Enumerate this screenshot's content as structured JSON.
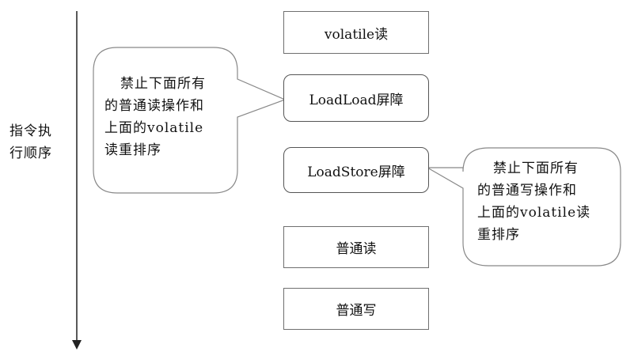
{
  "axis": {
    "label_lines": [
      "指令执",
      "行顺序"
    ]
  },
  "nodes": [
    {
      "id": "volatile-read",
      "label": "volatile读"
    },
    {
      "id": "loadload-barrier",
      "label": "LoadLoad屏障"
    },
    {
      "id": "loadstore-barrier",
      "label": "LoadStore屏障"
    },
    {
      "id": "normal-read",
      "label": "普通读"
    },
    {
      "id": "normal-write",
      "label": "普通写"
    }
  ],
  "callouts": {
    "left": {
      "lines": [
        "禁止下面所有",
        "的普通读操作和",
        "上面的volatile",
        "读重排序"
      ]
    },
    "right": {
      "lines": [
        "禁止下面所有",
        "的普通写操作和",
        "上面的volatile读",
        "重排序"
      ]
    }
  }
}
